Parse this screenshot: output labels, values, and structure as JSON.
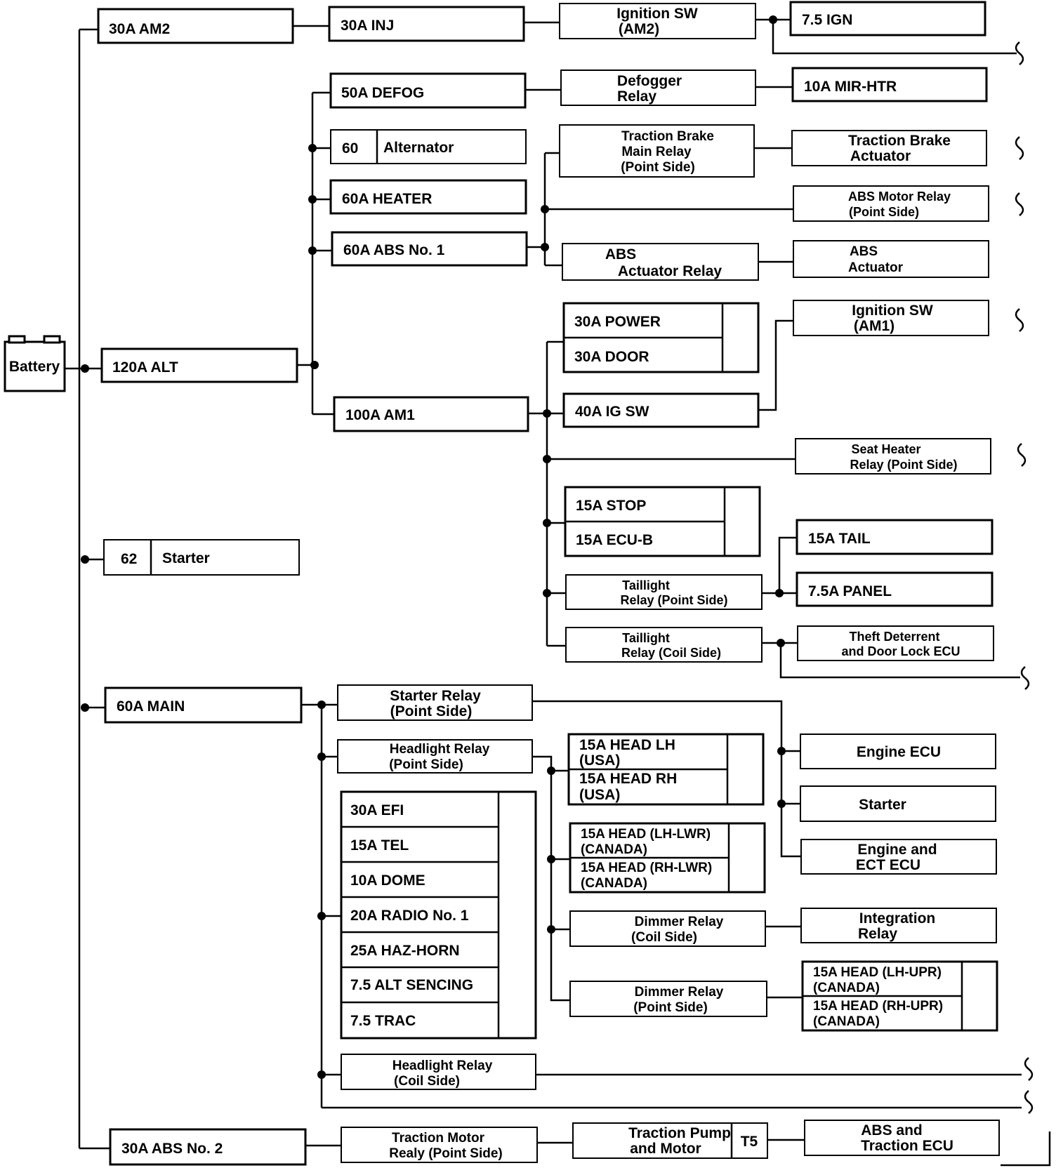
{
  "battery": "Battery",
  "fuses": {
    "am2": "30A AM2",
    "inj": "30A INJ",
    "ign": "7.5 IGN",
    "alt": "120A ALT",
    "defog": "50A DEFOG",
    "mir_htr": "10A MIR-HTR",
    "alternator_num": "60",
    "alternator_label": "Alternator",
    "heater": "60A HEATER",
    "abs1": "60A ABS No. 1",
    "am1": "100A AM1",
    "power": "30A POWER",
    "door": "30A DOOR",
    "ig_sw": "40A IG SW",
    "stop": "15A STOP",
    "ecu_b": "15A ECU-B",
    "tail": "15A TAIL",
    "panel": "7.5A PANEL",
    "starter_num": "62",
    "starter_label": "Starter",
    "main": "60A MAIN",
    "efi": "30A EFI",
    "tel": "15A TEL",
    "dome": "10A DOME",
    "radio1": "20A RADIO No. 1",
    "haz_horn": "25A HAZ-HORN",
    "alt_sencing": "7.5 ALT SENCING",
    "trac": "7.5 TRAC",
    "abs2": "30A ABS No. 2",
    "t5": "T5"
  },
  "components": {
    "ign_sw_am2": [
      "Ignition SW",
      "(AM2)"
    ],
    "defogger_relay": [
      "Defogger",
      "Relay"
    ],
    "traction_brake_main_relay": [
      "Traction Brake",
      "Main Relay",
      "(Point Side)"
    ],
    "traction_brake_actuator": [
      "Traction Brake",
      "Actuator"
    ],
    "abs_motor_relay": [
      "ABS Motor Relay",
      "(Point Side)"
    ],
    "abs_actuator_relay": [
      "ABS",
      "Actuator Relay"
    ],
    "abs_actuator": [
      "ABS",
      "Actuator"
    ],
    "ign_sw_am1": [
      "Ignition SW",
      "(AM1)"
    ],
    "seat_heater_relay": [
      "Seat Heater",
      "Relay (Point Side)"
    ],
    "taillight_relay_point": [
      "Taillight",
      "Relay (Point Side)"
    ],
    "taillight_relay_coil": [
      "Taillight",
      "Relay (Coil Side)"
    ],
    "theft_deterrent_ecu": [
      "Theft Deterrent",
      "and Door Lock ECU"
    ],
    "starter_relay": [
      "Starter Relay",
      "(Point Side)"
    ],
    "headlight_relay_point": [
      "Headlight Relay",
      "(Point Side)"
    ],
    "head_lh_usa": [
      "15A HEAD LH",
      "(USA)"
    ],
    "head_rh_usa": [
      "15A HEAD RH",
      "(USA)"
    ],
    "head_lh_lwr": [
      "15A HEAD (LH-LWR)",
      "(CANADA)"
    ],
    "head_rh_lwr": [
      "15A HEAD (RH-LWR)",
      "(CANADA)"
    ],
    "engine_ecu": "Engine ECU",
    "starter": "Starter",
    "engine_ect_ecu": [
      "Engine and",
      "ECT ECU"
    ],
    "dimmer_relay_coil": [
      "Dimmer Relay",
      "(Coil Side)"
    ],
    "integration_relay": [
      "Integration",
      "Relay"
    ],
    "dimmer_relay_point": [
      "Dimmer Relay",
      "(Point Side)"
    ],
    "head_lh_upr": [
      "15A HEAD (LH-UPR)",
      "(CANADA)"
    ],
    "head_rh_upr": [
      "15A HEAD (RH-UPR)",
      "(CANADA)"
    ],
    "headlight_relay_coil": [
      "Headlight Relay",
      "(Coil Side)"
    ],
    "traction_motor_relay": [
      "Traction Motor",
      "Realy (Point Side)"
    ],
    "traction_pump_motor": [
      "Traction Pump",
      "and Motor"
    ],
    "abs_traction_ecu": [
      "ABS and",
      "Traction ECU"
    ]
  }
}
